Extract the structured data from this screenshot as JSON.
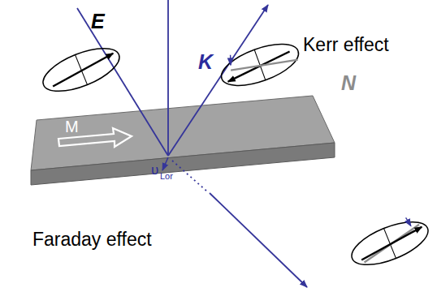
{
  "diagram": {
    "labels": [
      "E",
      "K",
      "Kerr effect",
      "N",
      "M",
      "υ",
      "Lor",
      "Faraday effect"
    ]
  }
}
